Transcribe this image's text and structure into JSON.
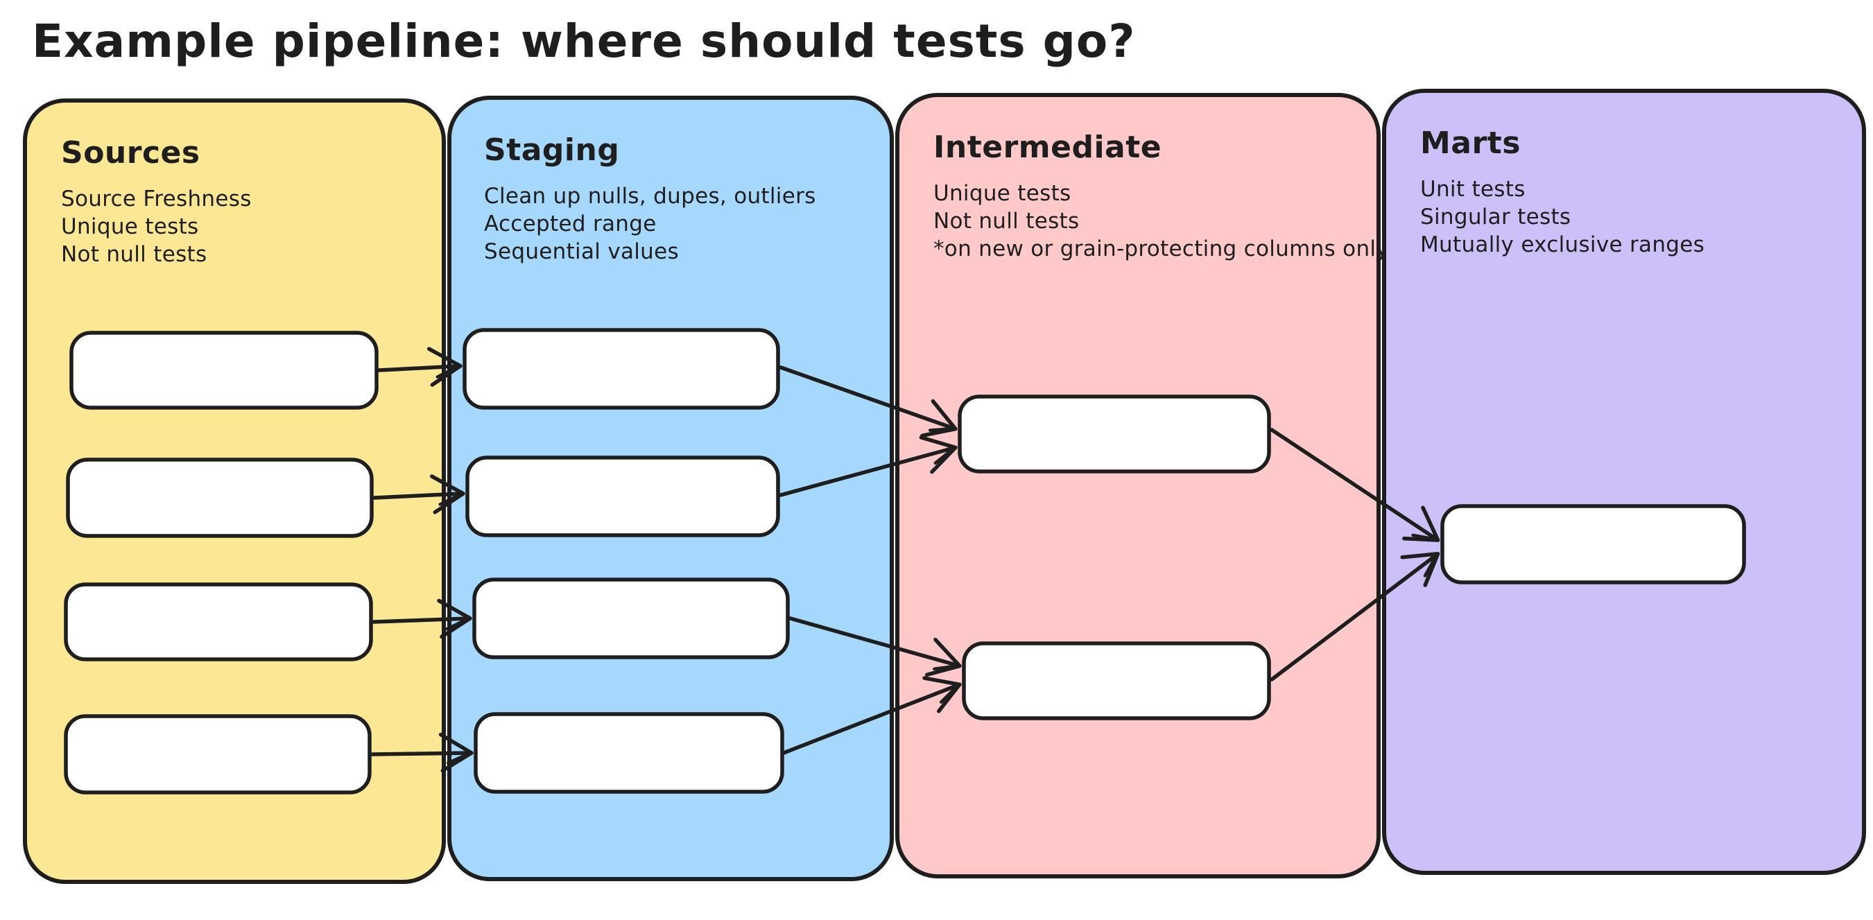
{
  "title": "Example pipeline: where should tests go?",
  "colors": {
    "sources_fill": "#FBE794",
    "staging_fill": "#A5D8FC",
    "intermediate_fill": "#FFC9C9",
    "marts_fill": "#CDBFF8",
    "stroke": "#1e1e1e",
    "node_fill": "#ffffff",
    "background": "#ffffff"
  },
  "columns": [
    {
      "id": "sources",
      "label": "Sources",
      "color": "#FBE794",
      "notes": [
        "Source Freshness",
        "Unique tests",
        "Not null tests"
      ],
      "node_count": 4
    },
    {
      "id": "staging",
      "label": "Staging",
      "color": "#A5D8FC",
      "notes": [
        "Clean up nulls, dupes, outliers",
        "Accepted range",
        "Sequential values"
      ],
      "node_count": 4
    },
    {
      "id": "intermediate",
      "label": "Intermediate",
      "color": "#FFC9C9",
      "notes": [
        "Unique tests",
        "Not null tests",
        "*on new or grain-protecting columns only"
      ],
      "node_count": 2
    },
    {
      "id": "marts",
      "label": "Marts",
      "color": "#CDBFF8",
      "notes": [
        "Unit tests",
        "Singular tests",
        "Mutually exclusive ranges"
      ],
      "node_count": 1
    }
  ],
  "edges": [
    {
      "from": "sources-node-1",
      "to": "staging-node-1"
    },
    {
      "from": "sources-node-2",
      "to": "staging-node-2"
    },
    {
      "from": "sources-node-3",
      "to": "staging-node-3"
    },
    {
      "from": "sources-node-4",
      "to": "staging-node-4"
    },
    {
      "from": "staging-node-1",
      "to": "intermediate-node-1"
    },
    {
      "from": "staging-node-2",
      "to": "intermediate-node-1"
    },
    {
      "from": "staging-node-3",
      "to": "intermediate-node-2"
    },
    {
      "from": "staging-node-4",
      "to": "intermediate-node-2"
    },
    {
      "from": "intermediate-node-1",
      "to": "marts-node-1"
    },
    {
      "from": "intermediate-node-2",
      "to": "marts-node-1"
    }
  ]
}
